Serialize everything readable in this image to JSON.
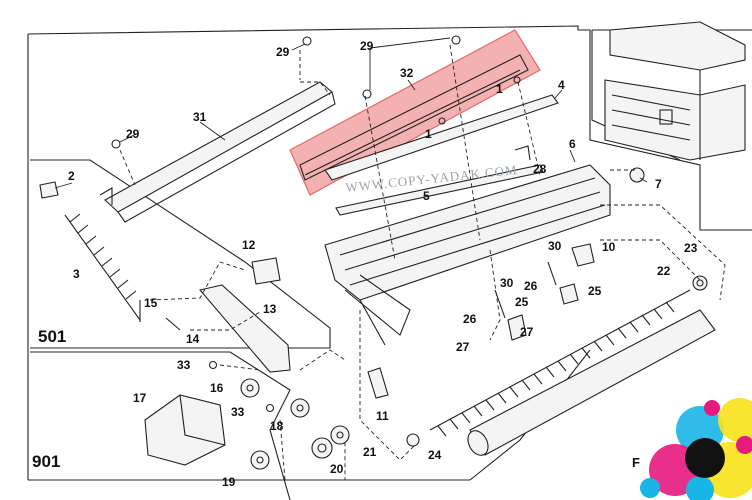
{
  "watermark": "WWW.COPY-YADAK.COM",
  "sections": {
    "upper": "501",
    "lower": "901"
  },
  "corner_text": "F",
  "callouts": {
    "c1a": "1",
    "c1b": "1",
    "c2": "2",
    "c3": "3",
    "c4": "4",
    "c5": "5",
    "c6": "6",
    "c7": "7",
    "c10": "10",
    "c11": "11",
    "c12": "12",
    "c13": "13",
    "c14": "14",
    "c15": "15",
    "c16": "16",
    "c17": "17",
    "c18": "18",
    "c19": "19",
    "c20": "20",
    "c21": "21",
    "c22": "22",
    "c23": "23",
    "c24": "24",
    "c25a": "25",
    "c25b": "25",
    "c26a": "26",
    "c26b": "26",
    "c27a": "27",
    "c27b": "27",
    "c28": "28",
    "c29a": "29",
    "c29b": "29",
    "c29c": "29",
    "c30a": "30",
    "c30b": "30",
    "c31": "31",
    "c32": "32",
    "c33a": "33",
    "c33b": "33"
  },
  "colors": {
    "highlight_fill": "#f3a9a9",
    "highlight_stroke": "#e05a5a",
    "line": "#222222",
    "watermark": "#9aa3ad",
    "swatch_cyan": "#19b5e6",
    "swatch_magenta": "#e6197d",
    "swatch_yellow": "#f6e21a",
    "swatch_black": "#111111"
  }
}
